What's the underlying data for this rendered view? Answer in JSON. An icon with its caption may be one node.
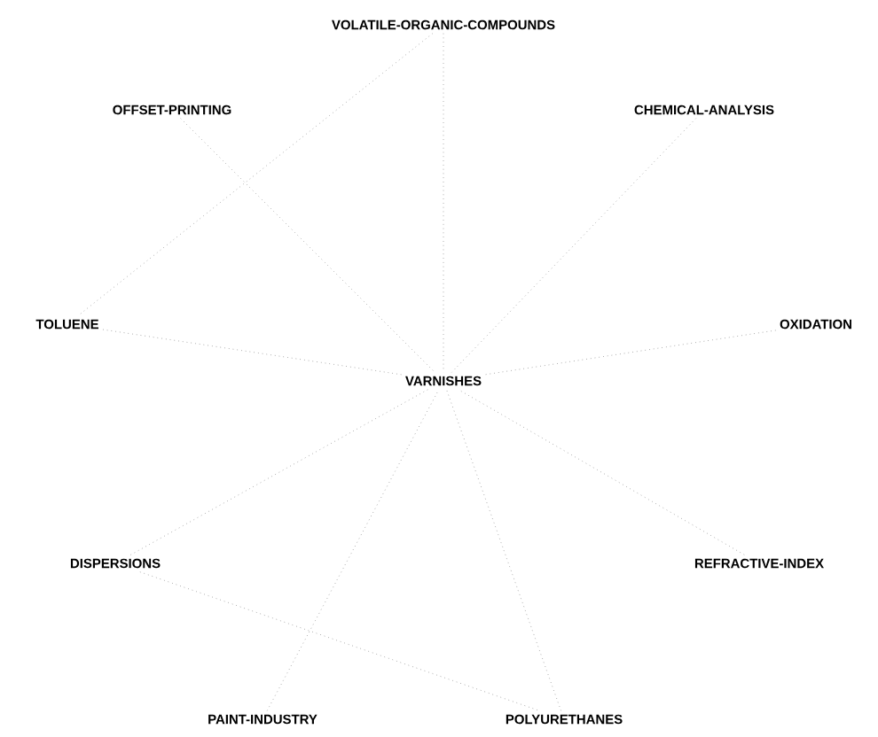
{
  "diagram": {
    "nodes": [
      {
        "text": [
          "VOLATILE-ORGANIC-COMPOUNDS"
        ]
      },
      {
        "text": [
          "OFFSET-PRINTING"
        ]
      },
      {
        "text": [
          "CHEMICAL-ANALYSIS"
        ]
      },
      {
        "text": [
          "TOLUENE"
        ]
      },
      {
        "text": [
          "OXIDATION"
        ]
      },
      {
        "text": [
          "VARNISHES"
        ]
      },
      {
        "text": [
          "DISPERSIONS"
        ]
      },
      {
        "text": [
          "REFRACTIVE-INDEX"
        ]
      },
      {
        "text": [
          "PAINT-INDUSTRY"
        ]
      },
      {
        "text": [
          "POLYURETHANES"
        ]
      }
    ],
    "edges": [
      {
        "from": 0,
        "to": 5,
        "arrow": "none"
      },
      {
        "from": 0,
        "to": 3,
        "arrow": "none"
      },
      {
        "from": 1,
        "to": 5,
        "arrow": "none"
      },
      {
        "from": 2,
        "to": 5,
        "arrow": "none"
      },
      {
        "from": 3,
        "to": 5,
        "arrow": "none"
      },
      {
        "from": 4,
        "to": 5,
        "arrow": "none"
      },
      {
        "from": 6,
        "to": 5,
        "arrow": "none"
      },
      {
        "from": 7,
        "to": 5,
        "arrow": "none"
      },
      {
        "from": 8,
        "to": 5,
        "arrow": "none"
      },
      {
        "from": 9,
        "to": 5,
        "arrow": "none"
      },
      {
        "from": 6,
        "to": 9,
        "arrow": "none"
      }
    ]
  }
}
